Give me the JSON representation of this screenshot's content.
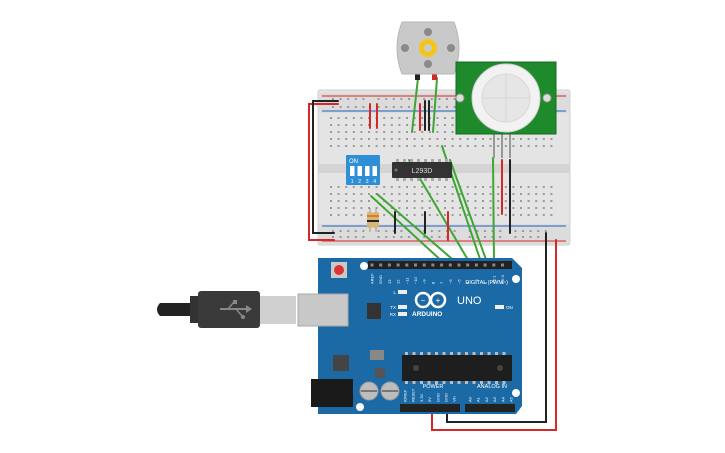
{
  "breadboard": {
    "color": "#e6e6e6",
    "rail_red": "#d62828",
    "rail_black": "#222222"
  },
  "motor": {
    "icon": "gear-icon",
    "color": "#c9c9c9",
    "hub": "#f4c518"
  },
  "pir_sensor": {
    "color": "#1f8a2c",
    "dome": "#eeeeee",
    "icon": "pir-dome-icon"
  },
  "dip_switch": {
    "on_label": "ON",
    "positions": [
      "1",
      "2",
      "3",
      "4"
    ],
    "color": "#2f8fd6"
  },
  "chip": {
    "label": "L293D",
    "color": "#333333"
  },
  "arduino": {
    "board_color": "#1b6aa5",
    "brand": "ARDUINO",
    "model": "UNO",
    "digital_label": "DIGITAL (PWM~)",
    "analog_label": "ANALOG IN",
    "power_label": "POWER",
    "led_labels": [
      "L",
      "TX",
      "RX"
    ],
    "on_label": "ON",
    "logo_icon": "infinity-logo-icon",
    "digital_pins": [
      "AREF",
      "GND",
      "13",
      "12",
      "~11",
      "~10",
      "~9",
      "8",
      "7",
      "~6",
      "~5",
      "4",
      "~3",
      "2",
      "TX 1",
      "RX 0"
    ],
    "power_pins": [
      "IOREF",
      "RESET",
      "3.3V",
      "5V",
      "GND",
      "GND",
      "Vin"
    ],
    "analog_pins": [
      "A0",
      "A1",
      "A2",
      "A3",
      "A4",
      "A5"
    ]
  },
  "usb_cable": {
    "icon": "usb-icon",
    "color": "#333333"
  },
  "wires": {
    "green": "#3fa535",
    "red": "#d62828",
    "black": "#222222"
  }
}
